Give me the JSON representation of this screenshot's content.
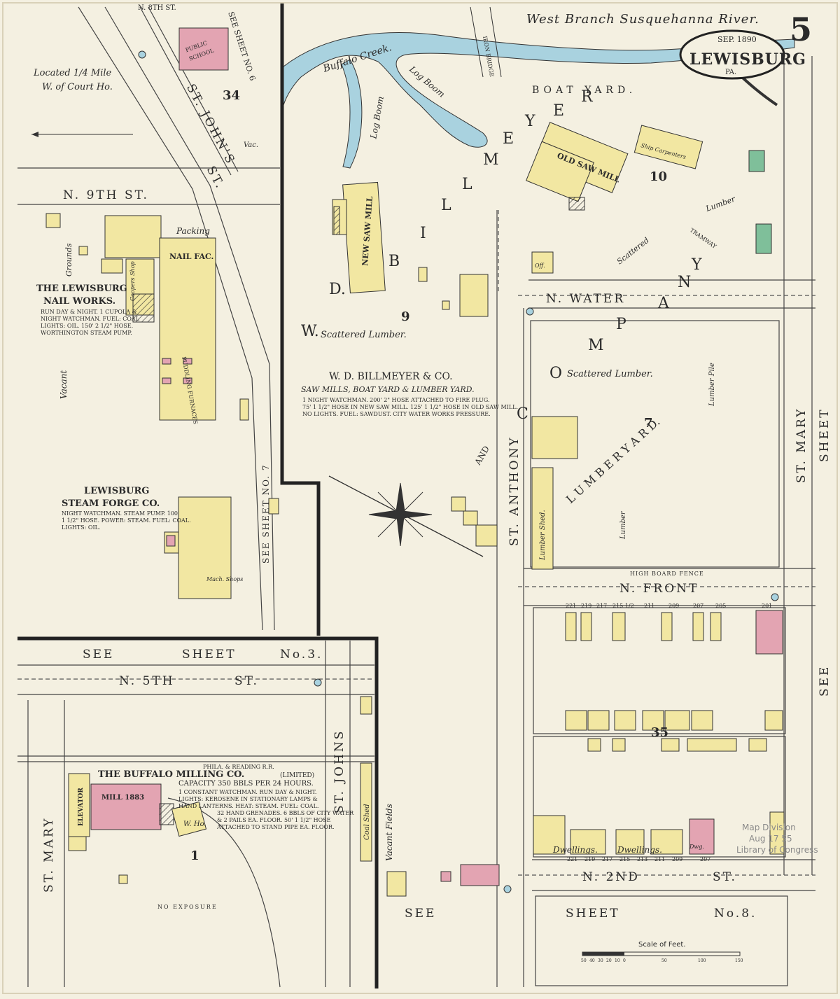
{
  "title": {
    "sheet_number": "5",
    "date": "SEP. 1890",
    "town": "LEWISBURG",
    "state": "PA."
  },
  "water": {
    "river": "West Branch Susquehanna River.",
    "creek": "Buffalo Creek.",
    "log_boom_1": "Log Boom",
    "log_boom_2": "Log Boom",
    "iron_bridge": "IRON BRIDGE"
  },
  "streets": {
    "n_8th": "N. 8TH ST.",
    "n_9th": "N. 9TH ST.",
    "st_johns_top": "ST. JOHN'S",
    "st_johns_top2": "ST.",
    "n_water": "N. WATER",
    "n_front": "N. FRONT",
    "st_anthony": "ST. ANTHONY",
    "st_mary_right": "ST. MARY",
    "n_5th": "N. 5TH",
    "n_5th_st": "ST.",
    "st_johns_bottom": "ST. JOHNS",
    "st_mary_left": "ST. MARY",
    "n_2nd": "N. 2ND",
    "n_2nd_st": "ST.",
    "railroad": "PHILA. & READING R.R."
  },
  "blocks": [
    "34",
    "10",
    "9",
    "7",
    "35",
    "1"
  ],
  "see_sheets": {
    "no6": "SEE SHEET NO. 6",
    "no7": "SEE SHEET NO. 7",
    "no3_see": "SEE",
    "no3_sheet": "SHEET",
    "no3_no": "No.3.",
    "no8_see": "SEE",
    "no8_sheet": "SHEET",
    "no8_no": "No.8.",
    "right_see": "SEE",
    "right_sheet": "SHEET"
  },
  "notes": {
    "located": "Located 1/4 Mile",
    "court": "W. of Court Ho.",
    "vac": "Vac.",
    "vacant": "Vacant",
    "grounds": "Grounds",
    "vacant_fields": "Vacant Fields",
    "no_exposure": "NO EXPOSURE",
    "high_board_fence": "HIGH BOARD FENCE"
  },
  "businesses": {
    "public_school_1": "PUBLIC",
    "public_school_2": "SCHOOL",
    "nail_works_1": "THE LEWISBURG",
    "nail_works_2": "NAIL WORKS.",
    "nail_works_info": [
      "RUN DAY & NIGHT. 1 CUPOLA &",
      "NIGHT WATCHMAN. FUEL: COAL",
      "LIGHTS: OIL. 150' 2 1/2\" HOSE.",
      "WORTHINGTON STEAM PUMP."
    ],
    "packing": "Packing",
    "nail_fac": "NAIL FAC.",
    "coopers_shop": "Coopers Shop",
    "puddling": "PUDDLING FURNACES",
    "forge_1": "LEWISBURG",
    "forge_2": "STEAM FORGE CO.",
    "forge_info": [
      "NIGHT WATCHMAN. STEAM PUMP. 100'",
      "1 1/2\" HOSE. POWER: STEAM. FUEL: COAL.",
      "LIGHTS: OIL."
    ],
    "mach_shops": "Mach. Shops",
    "new_saw_mill": "NEW SAW MILL",
    "old_saw_mill": "OLD SAW MILL",
    "ship_carpenters": "Ship Carpenters",
    "boat_yard": "BOAT  YARD.",
    "billmeyer_arc": [
      "W.",
      "D.",
      "B",
      "I",
      "L",
      "L",
      "M",
      "E",
      "Y",
      "E",
      "R"
    ],
    "company_arc": [
      "C",
      "O",
      "M",
      "P",
      "A",
      "N",
      "Y"
    ],
    "and": "AND",
    "billmeyer_name": "W. D. BILLMEYER & CO.",
    "billmeyer_desc": "SAW MILLS, BOAT YARD & LUMBER YARD.",
    "billmeyer_info": [
      "1 NIGHT WATCHMAN. 200' 2\" HOSE ATTACHED TO FIRE PLUG.",
      "75' 1 1/2\" HOSE IN NEW SAW MILL. 125' 1 1/2\" HOSE IN OLD SAW MILL.",
      "NO LIGHTS. FUEL: SAWDUST. CITY WATER WORKS PRESSURE."
    ],
    "scattered_lumber": "Scattered  Lumber.",
    "scattered_lumber_2": "Scattered Lumber.",
    "scattered_lumber_3": "Scattered",
    "lumber_tramway": "Lumber",
    "tramway": "TRAMWAY",
    "lumber_yard": "L U M B E R   Y A R D.",
    "lumber_shed": "Lumber Shed.",
    "lumber_pile": "Lumber Pile",
    "lumber": "Lumber",
    "milling_1": "THE BUFFALO MILLING CO.",
    "milling_limited": "(LIMITED)",
    "milling_info": [
      "CAPACITY 350 BBLS PER 24 HOURS.",
      "1 CONSTANT WATCHMAN. RUN DAY & NIGHT.",
      "LIGHTS: KEROSENE IN STATIONARY LAMPS &",
      "HAND LANTERNS. HEAT: STEAM. FUEL: COAL.",
      "32 HAND GRENADES. 6 BBLS OF CITY WATER",
      "& 2 PAILS EA. FLOOR. 50' 1 1/2\" HOSE",
      "ATTACHED TO STAND PIPE EA. FLOOR."
    ],
    "elevator": "ELEVATOR",
    "mill": "MILL 1883",
    "w_ho": "W. Ho.",
    "coal_shed": "Coal Shed",
    "dwellings": "Dwellings.",
    "dwg": "Dwg.",
    "off": "Off."
  },
  "house_numbers_front": [
    "221",
    "219",
    "217",
    "215 1/2",
    "211",
    "209",
    "207",
    "205",
    "201"
  ],
  "house_numbers_2nd": [
    "221",
    "219",
    "217",
    "215",
    "213",
    "211",
    "209",
    "207"
  ],
  "stamp": {
    "line1": "Map Division",
    "line2": "Aug 17 55",
    "line3": "Library of Congress"
  },
  "scale": {
    "title": "Scale of Feet.",
    "ticks": [
      "50",
      "40",
      "30",
      "20",
      "10",
      "0",
      "50",
      "100",
      "150"
    ]
  },
  "colors": {
    "paper": "#f4f0e1",
    "frame": "#e9e3cf",
    "yellow": "#f2e7a2",
    "pink": "#e3a4b2",
    "water": "#a9d2df",
    "green": "#7fbf9a",
    "gray": "#9c9a92",
    "line": "#2a2a2a"
  }
}
